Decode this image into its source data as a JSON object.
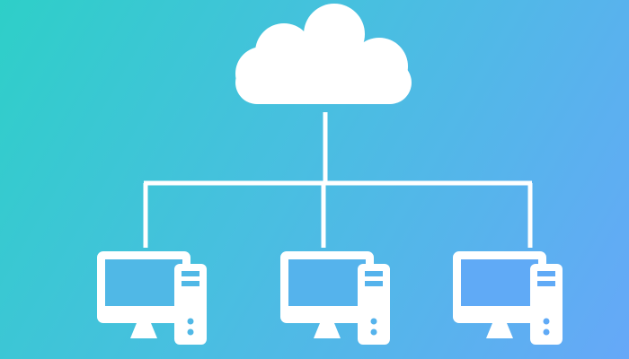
{
  "diagram": {
    "type": "cloud-network",
    "nodes": [
      {
        "id": "cloud",
        "icon": "cloud-icon"
      },
      {
        "id": "computer-1",
        "icon": "computer-icon"
      },
      {
        "id": "computer-2",
        "icon": "computer-icon"
      },
      {
        "id": "computer-3",
        "icon": "computer-icon"
      }
    ],
    "edges": [
      {
        "from": "cloud",
        "to": "computer-1"
      },
      {
        "from": "cloud",
        "to": "computer-2"
      },
      {
        "from": "cloud",
        "to": "computer-3"
      }
    ]
  },
  "colors": {
    "gradient_start": "#2ecfc8",
    "gradient_mid": "#48bfe0",
    "gradient_end": "#66a8f8",
    "foreground": "#ffffff"
  }
}
